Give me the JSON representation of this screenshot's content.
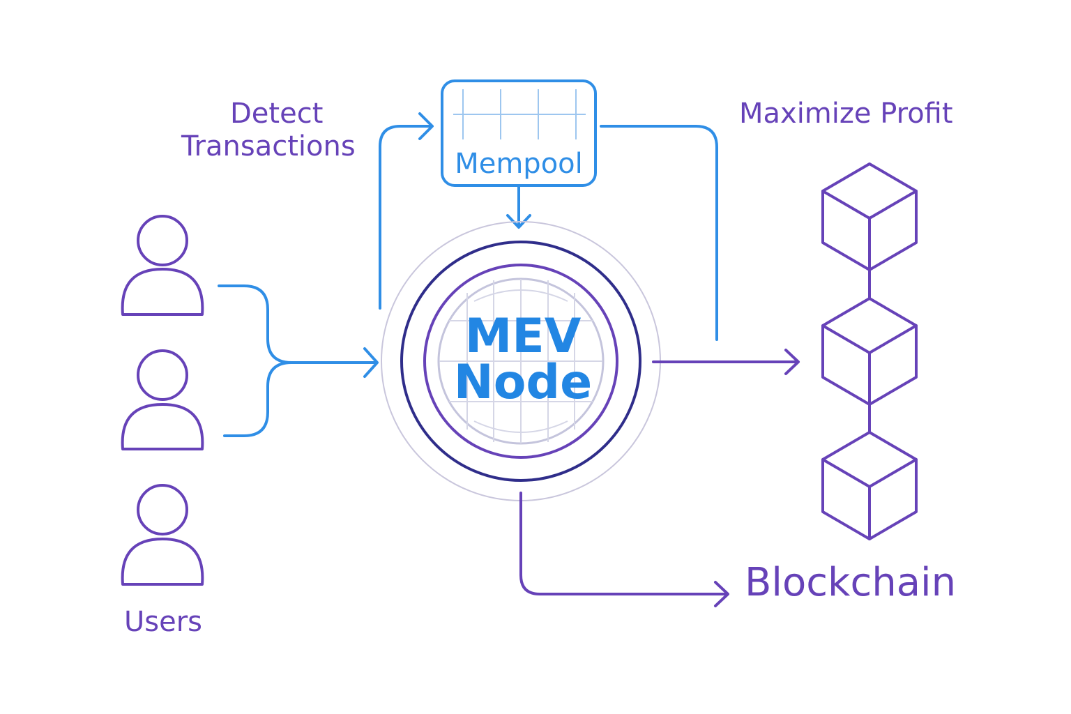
{
  "labels": {
    "detect_transactions": [
      "Detect",
      "Transactions"
    ],
    "maximize_profit": "Maximize Profit",
    "mempool": "Mempool",
    "mev_node": [
      "MEV",
      "Node"
    ],
    "users": "Users",
    "blockchain": "Blockchain"
  },
  "colors": {
    "purple": "#6642b8",
    "blue": "#2f8ee6",
    "navy": "#2f2d8a",
    "grey_ring": "#c9c6dc",
    "grid": "#cfd0e2"
  },
  "icons": {
    "user": "person-outline-icon",
    "block": "cube-outline-icon",
    "arrow": "arrow-head-icon"
  }
}
